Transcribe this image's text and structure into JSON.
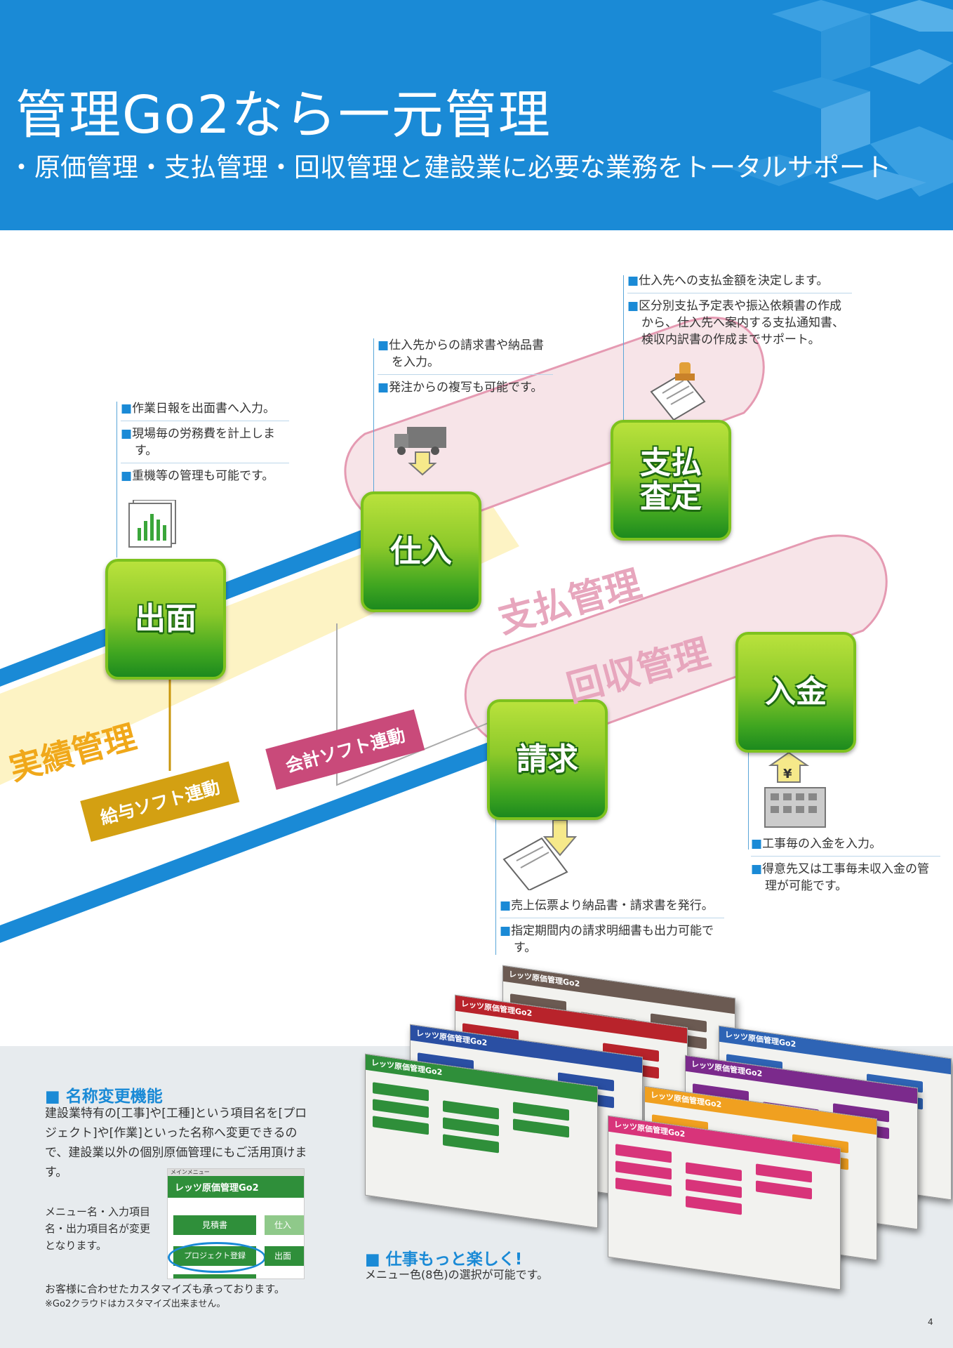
{
  "header": {
    "title": "管理Go2なら一元管理",
    "subtitle": "・原価管理・支払管理・回収管理と建設業に必要な業務をトータルサポート"
  },
  "flow": {
    "boxes": {
      "demen": "出面",
      "shiire": "仕入",
      "shiharai_satei_1": "支払",
      "shiharai_satei_2": "査定",
      "seikyu": "請求",
      "nyukin": "入金"
    },
    "labels": {
      "jisseki": "実績管理",
      "shiharai": "支払管理",
      "kaishu": "回収管理",
      "kyuyo": "給与ソフト連動",
      "kaikei": "会計ソフト連動"
    },
    "notes": {
      "demen": [
        "作業日報を出面書へ入力。",
        "現場毎の労務費を計上します。",
        "重機等の管理も可能です。"
      ],
      "shiire": [
        "仕入先からの請求書や納品書を入力。",
        "発注からの複写も可能です。"
      ],
      "shiharai": [
        "仕入先への支払金額を決定します。",
        "区分別支払予定表や振込依頼書の作成から、仕入先へ案内する支払通知書、検収内訳書の作成までサポート。"
      ],
      "nyukin": [
        "工事毎の入金を入力。",
        "得意先又は工事毎未収入金の管理が可能です。"
      ],
      "seikyu": [
        "売上伝票より納品書・請求書を発行。",
        "指定期間内の請求明細書も出力可能です。"
      ]
    }
  },
  "bottom": {
    "rename_title": "■ 名称変更機能",
    "rename_text": "建設業特有の[工事]や[工種]という項目名を[プロジェクト]や[作業]といった名称へ変更できるので、建設業以外の個別原価管理にもご活用頂けます。",
    "rename_note": "メニュー名・入力項目名・出力項目名が変更となります。",
    "custom_note": "お客様に合わせたカスタマイズも承っております。",
    "cloud_note": "※Go2クラウドはカスタマイズ出来ません。",
    "mini_ui": {
      "menu_label": "メインメニュー",
      "app_title": "レッツ原価管理Go2",
      "btn1": "見積書",
      "btn2": "仕入",
      "btn3": "プロジェクト登録",
      "btn4": "出面"
    },
    "color_title": "■ 仕事もっと楽しく!",
    "color_text": "メニュー色(8色)の選択が可能です。",
    "screen_title": "レッツ原価管理Go2",
    "screen_colors": [
      "#6b5a52",
      "#b8232b",
      "#2a4fa3",
      "#2f8f3a",
      "#2e64b5",
      "#7b2a8c",
      "#f0a020",
      "#d8347a"
    ]
  },
  "page_number": "4"
}
